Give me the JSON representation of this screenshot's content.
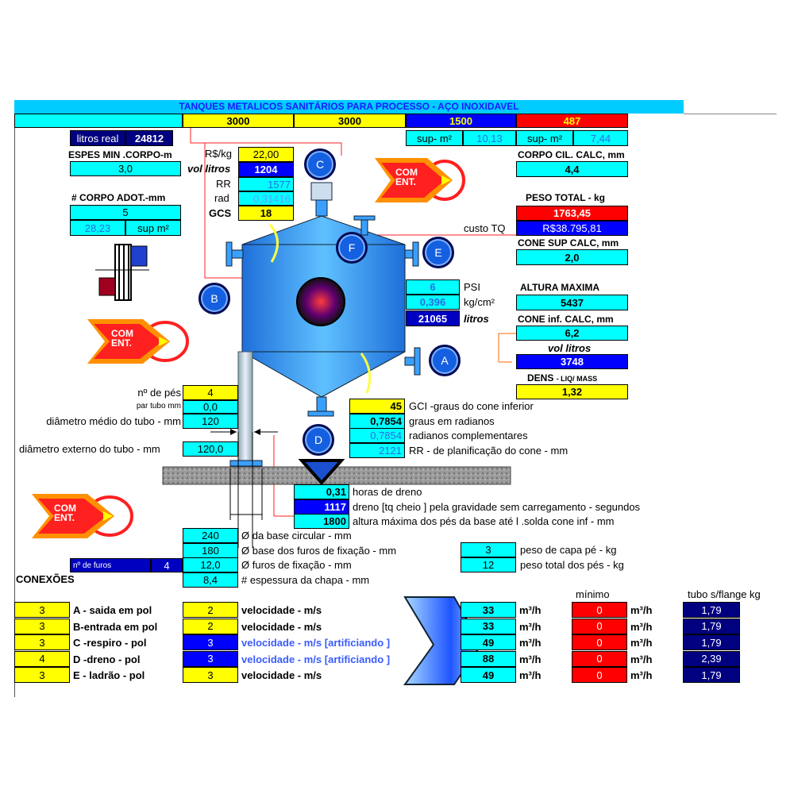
{
  "title": "TANQUES METALICOS  SANITÁRIOS PARA PROCESSO - AÇO INOXIDAVEL",
  "header_row": {
    "v1": "3000",
    "v2": "3000",
    "v3": "1500",
    "v4": "487"
  },
  "litros_real": {
    "label": "litros real",
    "value": "24812"
  },
  "sup_m2_a": {
    "label": "sup- m²",
    "value": "10,13"
  },
  "sup_m2_b": {
    "label": "sup- m²",
    "value": "7,44"
  },
  "espes_min": {
    "label": "ESPES MIN .CORPO-m",
    "value": "3,0"
  },
  "corpo_adot": {
    "label": "# CORPO ADOT.-mm",
    "value": "5",
    "sup_value": "28,23",
    "sup_label": "sup m²"
  },
  "rs_kg": {
    "label": "R$/kg",
    "value": "22,00"
  },
  "vol_litros": {
    "label": "vol litros",
    "value": "1204"
  },
  "rr": {
    "label": "RR",
    "value": "1577"
  },
  "rad": {
    "label": "rad",
    "value": "0,31416"
  },
  "gcs": {
    "label": "GCS",
    "value": "18"
  },
  "corpo_cil": {
    "label": "CORPO CIL. CALC, mm",
    "value": "4,4"
  },
  "peso_total": {
    "label": "PESO TOTAL - kg",
    "value": "1763,45"
  },
  "custo_tq": {
    "label": "custo TQ",
    "value": "R$38.795,81"
  },
  "cone_sup": {
    "label": "CONE SUP CALC, mm",
    "value": "2,0"
  },
  "psi": {
    "value": "6",
    "label": "PSI"
  },
  "kgcm2": {
    "value": "0,396",
    "label": "kg/cm²"
  },
  "litros": {
    "value": "21065",
    "label": "litros"
  },
  "altura_max": {
    "label": "ALTURA MAXIMA",
    "value": "5437"
  },
  "cone_inf": {
    "label": "CONE inf. CALC, mm",
    "value": "6,2"
  },
  "vol_litros2": {
    "label": "vol litros",
    "value": "3748"
  },
  "dens": {
    "label": "DENS",
    "label_small": "- LIQ/ MASS",
    "value": "1,32"
  },
  "nozzles": {
    "c": "C",
    "f": "F",
    "e": "E",
    "b": "B",
    "a": "A",
    "d": "D"
  },
  "badge_text": {
    "line1": "COM",
    "line2": "ENT."
  },
  "pes": [
    {
      "label": "nº de pés",
      "value": "4",
      "cls": "ye"
    },
    {
      "label": "par tubo mm",
      "value": "0,0",
      "cls": "cy"
    },
    {
      "label": "diâmetro médio do tubo - mm",
      "value": "120",
      "cls": "cy"
    }
  ],
  "diam_ext": {
    "label": "diâmetro externo do tubo - mm",
    "value": "120,0"
  },
  "cone_rows": [
    {
      "value": "45",
      "label": "GCI -graus do cone inferior",
      "cls": "ye",
      "bold": true
    },
    {
      "value": "0,7854",
      "label": "graus em radianos",
      "cls": "cy",
      "bold": true
    },
    {
      "value": "0,7854",
      "label": "radianos complementares",
      "cls": "cy",
      "bold": false
    },
    {
      "value": "2121",
      "label": "RR - de planificação do cone -  mm",
      "cls": "cy",
      "bold": false
    }
  ],
  "dreno_rows": [
    {
      "value": "0,31",
      "label": "horas de dreno",
      "cls": "cy"
    },
    {
      "value": "1117",
      "label": "dreno [tq cheio ] pela gravidade sem carregamento - segundos",
      "cls": "bl"
    },
    {
      "value": "1800",
      "label": "altura máxima dos pés da  base até l .solda cone inf - mm",
      "cls": "cy"
    }
  ],
  "base_rows": [
    {
      "value": "240",
      "label": "Ø da base circular -  mm"
    },
    {
      "value": "180",
      "label": "Ø base dos furos de fixação - mm"
    },
    {
      "value": "12,0",
      "label": "Ø  furos de fixação - mm"
    },
    {
      "value": "8,4",
      "label": "# espessura da chapa - mm"
    }
  ],
  "n_furos": {
    "label": "nº de furos",
    "value": "4"
  },
  "peso_capa": {
    "value": "3",
    "label": "peso de capa pé - kg"
  },
  "peso_pes": {
    "value": "12",
    "label": "peso total dos pés - kg"
  },
  "conexoes": {
    "title": "CONEXÕES",
    "minimo": "mínimo",
    "tubo": "tubo s/flange  kg",
    "rows": [
      {
        "pol": "3",
        "name": "A - saida em pol",
        "vel": "2",
        "vel_label": "velocidade  - m/s",
        "art": false,
        "flow": "33",
        "unit": "m³/h",
        "min": "0",
        "kg": "1,79"
      },
      {
        "pol": "3",
        "name": "B-entrada em pol",
        "vel": "2",
        "vel_label": "velocidade  - m/s",
        "art": false,
        "flow": "33",
        "unit": "m³/h",
        "min": "0",
        "kg": "1,79"
      },
      {
        "pol": "3",
        "name": "C -respiro - pol",
        "vel": "3",
        "vel_label": "velocidade  - m/s [artificiando ]",
        "art": true,
        "flow": "49",
        "unit": "m³/h",
        "min": "0",
        "kg": "1,79"
      },
      {
        "pol": "4",
        "name": "D -dreno - pol",
        "vel": "3",
        "vel_label": "velocidade  - m/s [artificiando ]",
        "art": true,
        "flow": "88",
        "unit": "m³/h",
        "min": "0",
        "kg": "2,39"
      },
      {
        "pol": "3",
        "name": "E - ladrão - pol",
        "vel": "3",
        "vel_label": "velocidade  - m/s",
        "art": false,
        "flow": "49",
        "unit": "m³/h",
        "min": "0",
        "kg": "1,79"
      }
    ]
  }
}
